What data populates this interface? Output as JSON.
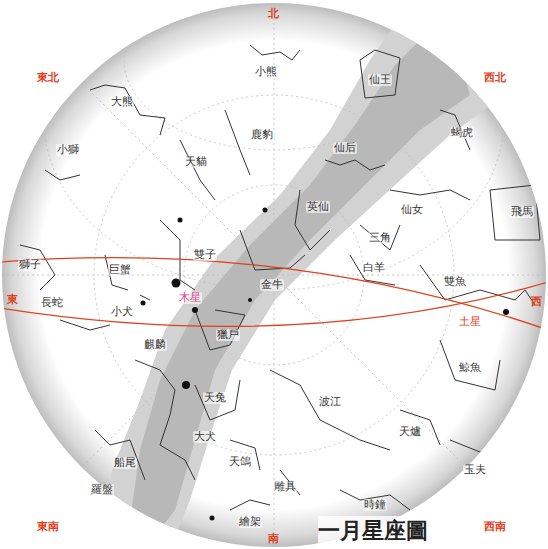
{
  "diagram": {
    "caption": "一月星座圖",
    "labels": [
      "北",
      "東北",
      "西北",
      "東",
      "西",
      "東南",
      "西南",
      "南",
      "小熊",
      "仙王",
      "大熊",
      "鹿豹",
      "蝎虎",
      "仙后",
      "小獅",
      "天貓",
      "英仙",
      "仙女",
      "飛馬",
      "三角",
      "獅子",
      "巨蟹",
      "雙子",
      "金牛",
      "白羊",
      "雙魚",
      "木星",
      "長蛇",
      "小犬",
      "獵戶",
      "麒麟",
      "土星",
      "鯨魚",
      "天兔",
      "波江",
      "大犬",
      "天爐",
      "船尾",
      "天鴿",
      "玉夫",
      "羅盤",
      "雕具",
      "時鐘",
      "繪架"
    ]
  }
}
